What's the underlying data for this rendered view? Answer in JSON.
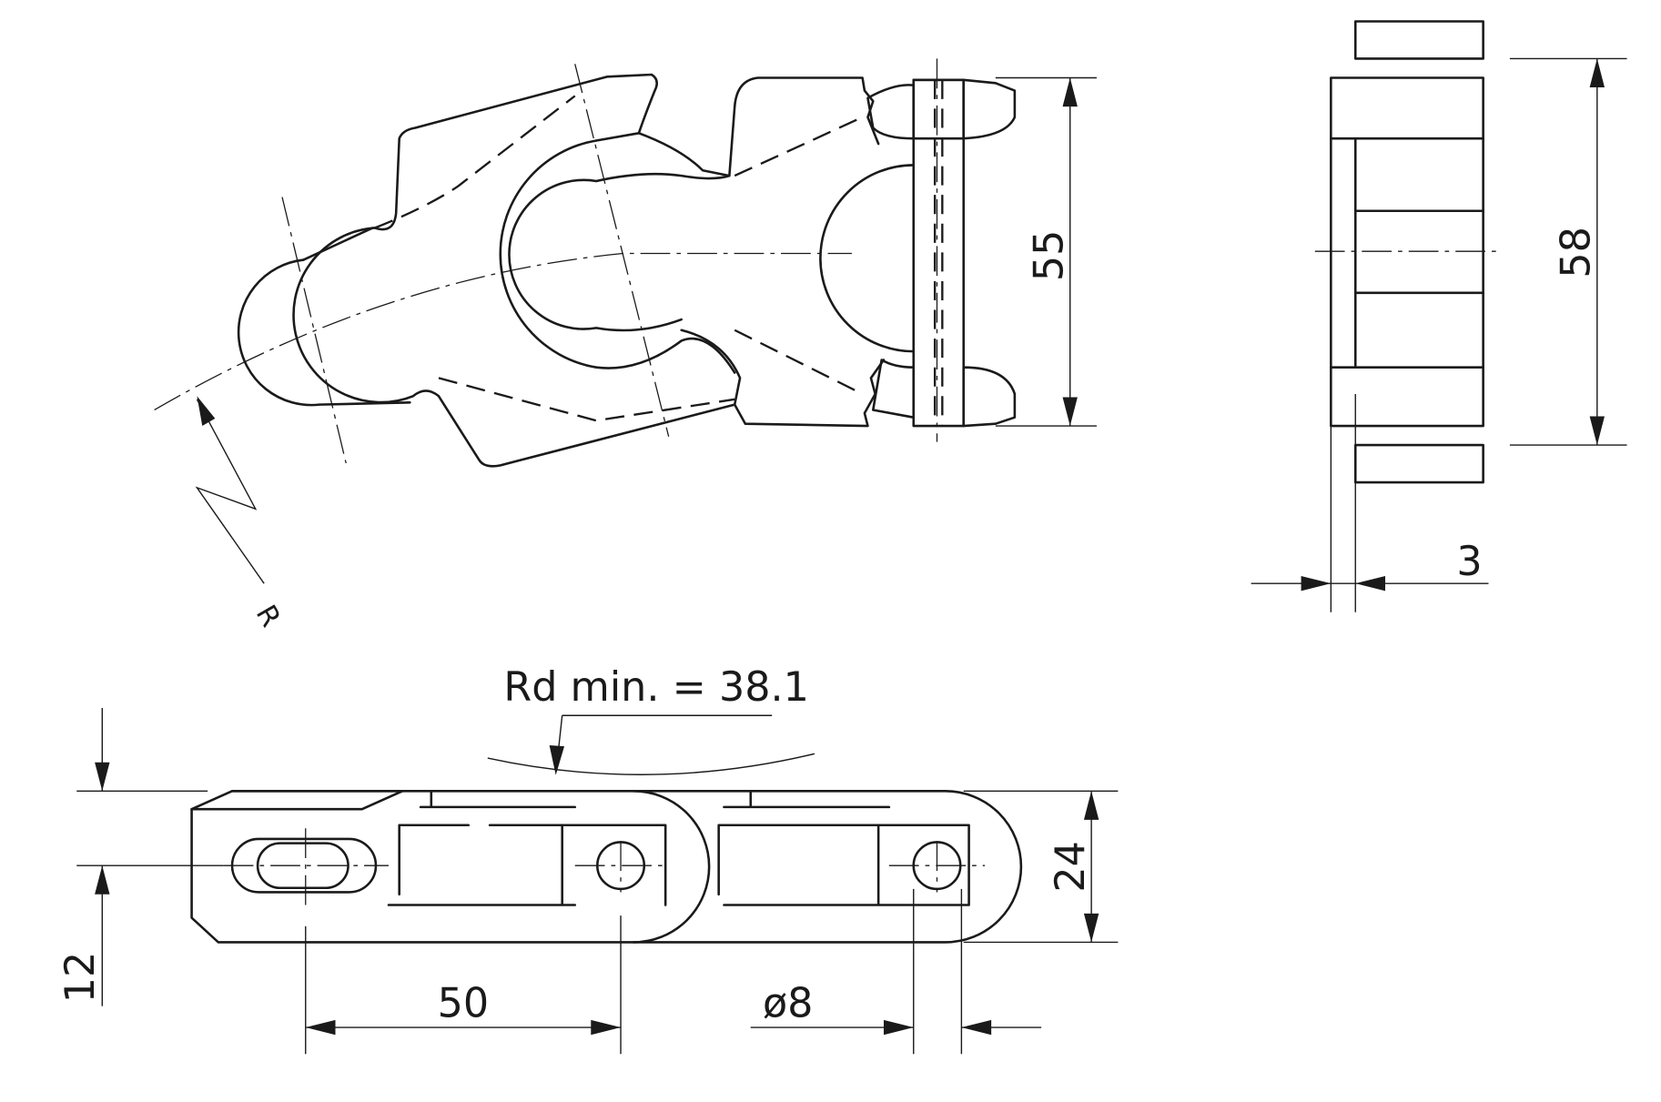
{
  "drawing": {
    "side_view": {
      "height_dim": "55",
      "radius_label": "R"
    },
    "end_view": {
      "height_dim": "58",
      "offset_dim": "3"
    },
    "top_view": {
      "bend_radius_note": "Rd min. = 38.1",
      "width_dim": "24",
      "half_width_dim": "12",
      "pitch_dim": "50",
      "pin_diameter_dim": "ø8"
    }
  }
}
